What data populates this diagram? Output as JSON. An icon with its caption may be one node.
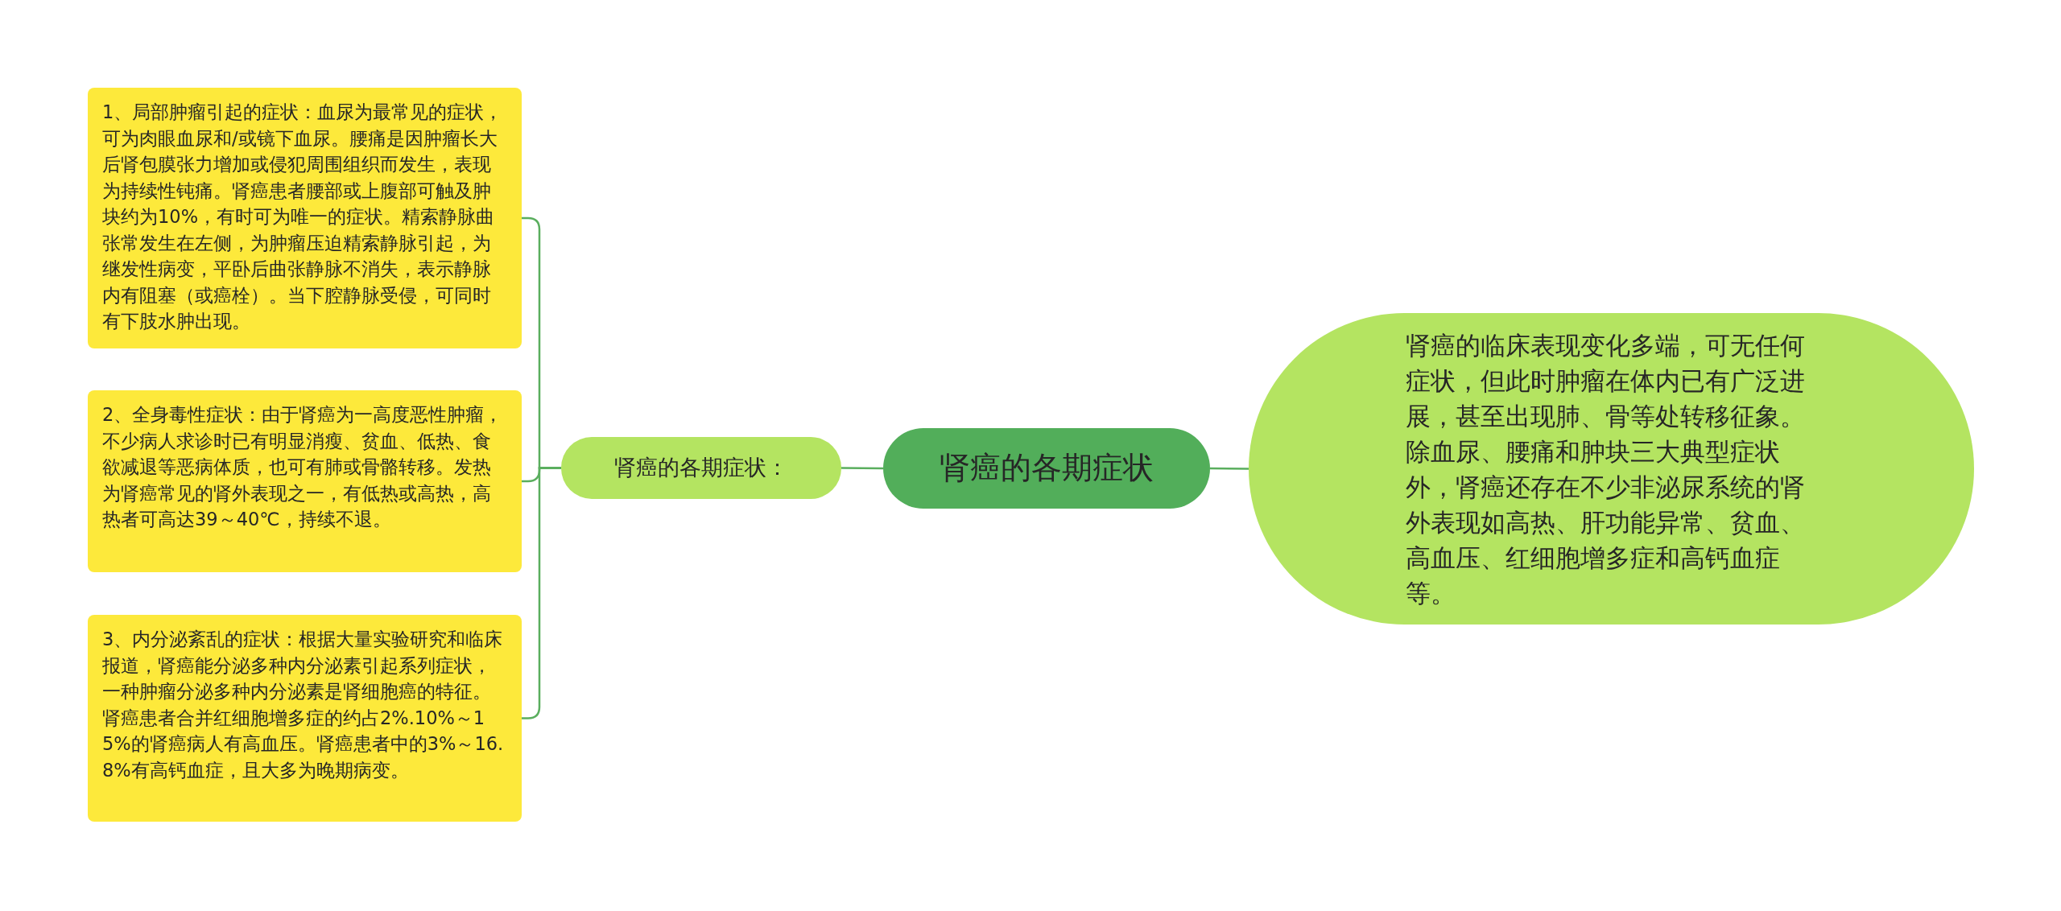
{
  "diagram": {
    "nodes": [
      {
        "text": [
          "肾癌的各期症状"
        ]
      },
      {
        "text": [
          "肾癌的各期症状："
        ]
      },
      {
        "text": [
          "1、局部肿瘤引起的症状：血尿为最常见的症状，可为肉眼血尿和/或镜下血尿。腰痛是因肿瘤长大后肾包膜张力增加或侵犯周围组织而发生，表现为持续性钝痛。肾癌患者腰部或上腹部可触及肿块约为10%，有时可为唯一的症状。精索静脉曲张常发生在左侧，为肿瘤压迫精索静脉引起，为继发性病变，平卧后曲张静脉不消失，表示静脉内有阻塞（或癌栓）。当下腔静脉受侵，可同时有下肢水肿出现。"
        ]
      },
      {
        "text": [
          "2、全身毒性症状：由于肾癌为一高度恶性肿瘤，不少病人求诊时已有明显消瘦、贫血、低热、食欲减退等恶病体质，也可有肺或骨骼转移。发热为肾癌常见的肾外表现之一，有低热或高热，高热者可高达39～40℃，持续不退。"
        ]
      },
      {
        "text": [
          "3、内分泌紊乱的症状：根据大量实验研究和临床报道，肾癌能分泌多种内分泌素引起系列症状，一种肿瘤分泌多种内分泌素是肾细胞癌的特征。肾癌患者合并红细胞增多症的约占2%.10%～15%的肾癌病人有高血压。肾癌患者中的3%～16.8%有高钙血症，且大多为晚期病变。"
        ]
      },
      {
        "text": [
          "肾癌的临床表现变化多端，可无任何症状，但此时肿瘤在体内已有广泛进展，甚至出现肺、骨等处转移征象。除血尿、腰痛和肿块三大典型症状外，肾癌还存在不少非泌尿系统的肾外表现如高热、肝功能异常、贫血、高血压、红细胞增多症和高钙血症等。"
        ]
      }
    ],
    "edges": [
      {
        "from": 0,
        "to": 1,
        "arrow": "none"
      },
      {
        "from": 1,
        "to": 2,
        "arrow": "none"
      },
      {
        "from": 1,
        "to": 3,
        "arrow": "none"
      },
      {
        "from": 1,
        "to": 4,
        "arrow": "none"
      },
      {
        "from": 0,
        "to": 5,
        "arrow": "none"
      }
    ]
  }
}
